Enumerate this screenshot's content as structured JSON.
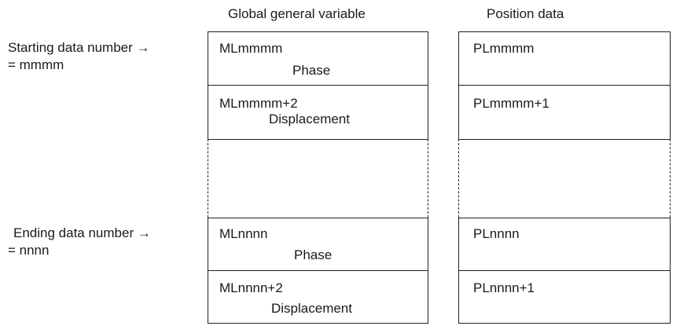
{
  "headers": {
    "global": "Global general variable",
    "position": "Position data"
  },
  "start": {
    "line1": "Starting data number →",
    "line2": "= mmmm"
  },
  "end": {
    "line1": "Ending data number →",
    "line2": "= nnnn"
  },
  "global_cells": [
    {
      "name": "MLmmmm",
      "sub": "Phase"
    },
    {
      "name": "MLmmmm+2",
      "sub": "Displacement"
    },
    {
      "name": "MLnnnn",
      "sub": "Phase"
    },
    {
      "name": "MLnnnn+2",
      "sub": "Displacement"
    }
  ],
  "position_cells": [
    {
      "name": "PLmmmm"
    },
    {
      "name": "PLmmmm+1"
    },
    {
      "name": "PLnnnn"
    },
    {
      "name": "PLnnnn+1"
    }
  ]
}
